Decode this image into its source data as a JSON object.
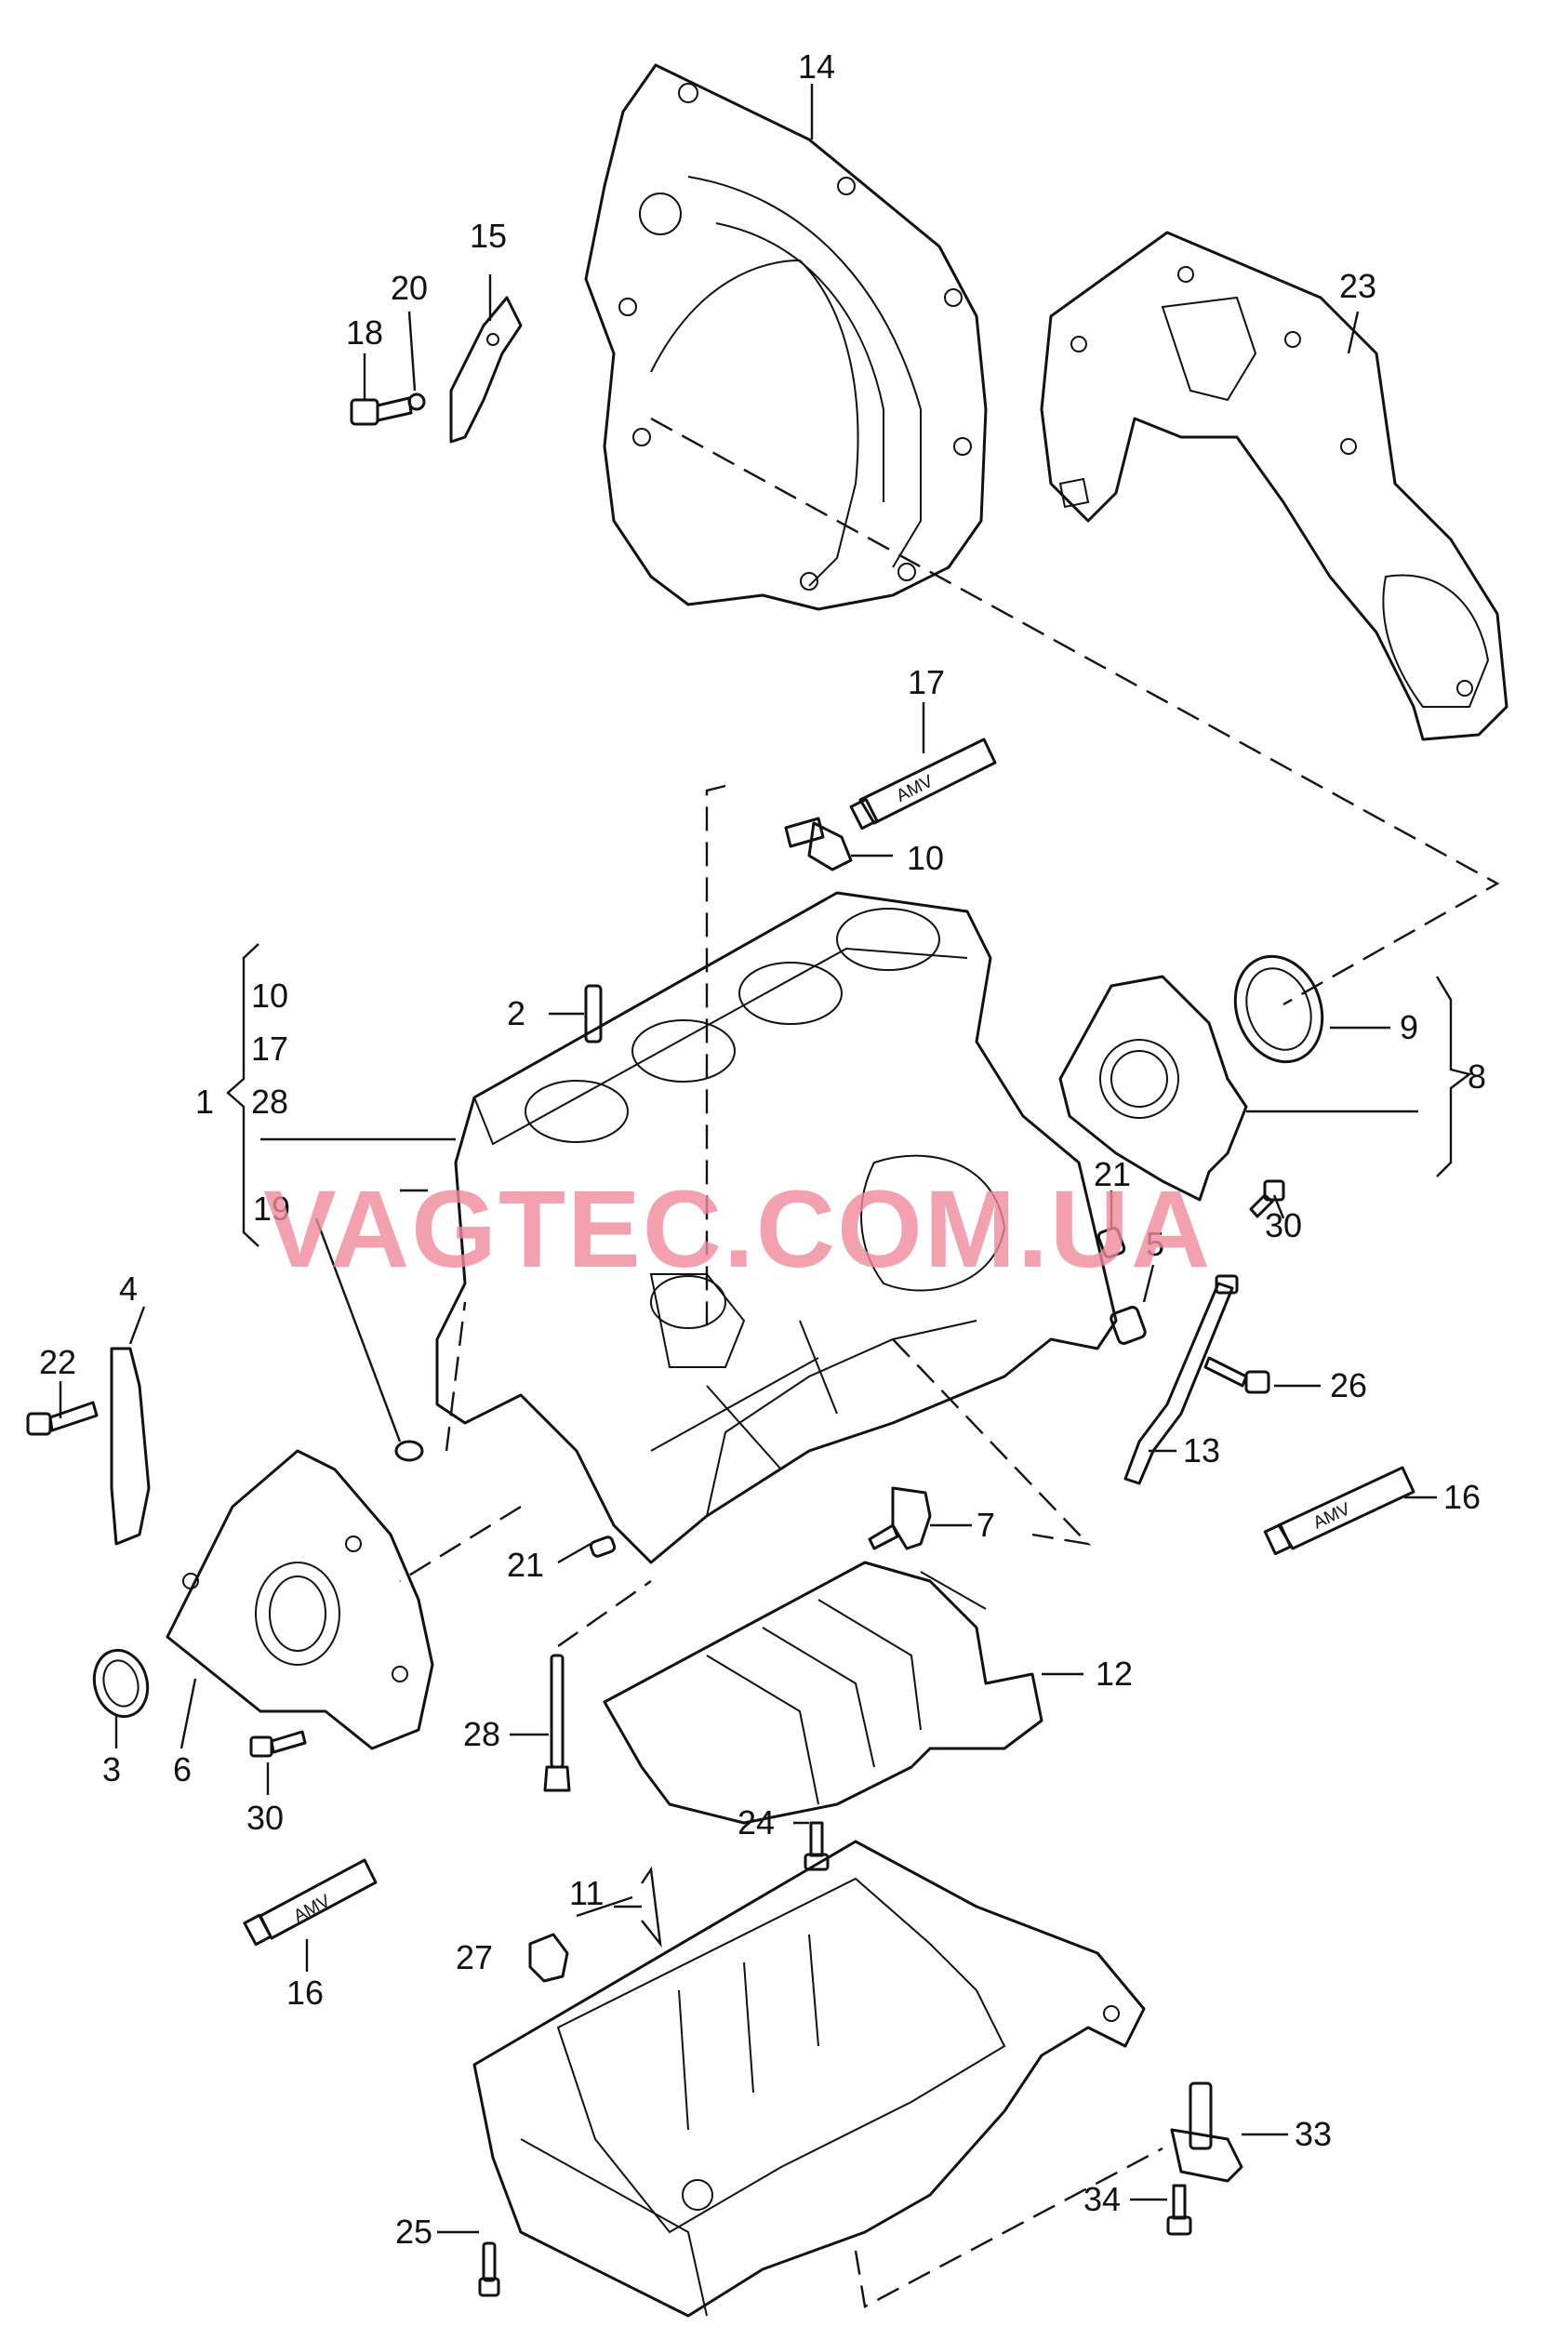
{
  "watermark": "VAGTEC.COM.UA",
  "tube_marking": "AMV",
  "labels": {
    "p1": "1",
    "p2": "2",
    "p3": "3",
    "p4": "4",
    "p5": "5",
    "p6": "6",
    "p7": "7",
    "p8": "8",
    "p9": "9",
    "p10_top": "10",
    "p10_group": "10",
    "p11": "11",
    "p12": "12",
    "p13": "13",
    "p14": "14",
    "p15": "15",
    "p16_right": "16",
    "p16_left": "16",
    "p17_top": "17",
    "p17_group": "17",
    "p18": "18",
    "p19": "19",
    "p20": "20",
    "p21_right": "21",
    "p21_left": "21",
    "p22": "22",
    "p23": "23",
    "p24": "24",
    "p25": "25",
    "p26": "26",
    "p27": "27",
    "p28_group": "28",
    "p28_bolt": "28",
    "p30_right": "30",
    "p30_left": "30",
    "p33": "33",
    "p34": "34"
  }
}
